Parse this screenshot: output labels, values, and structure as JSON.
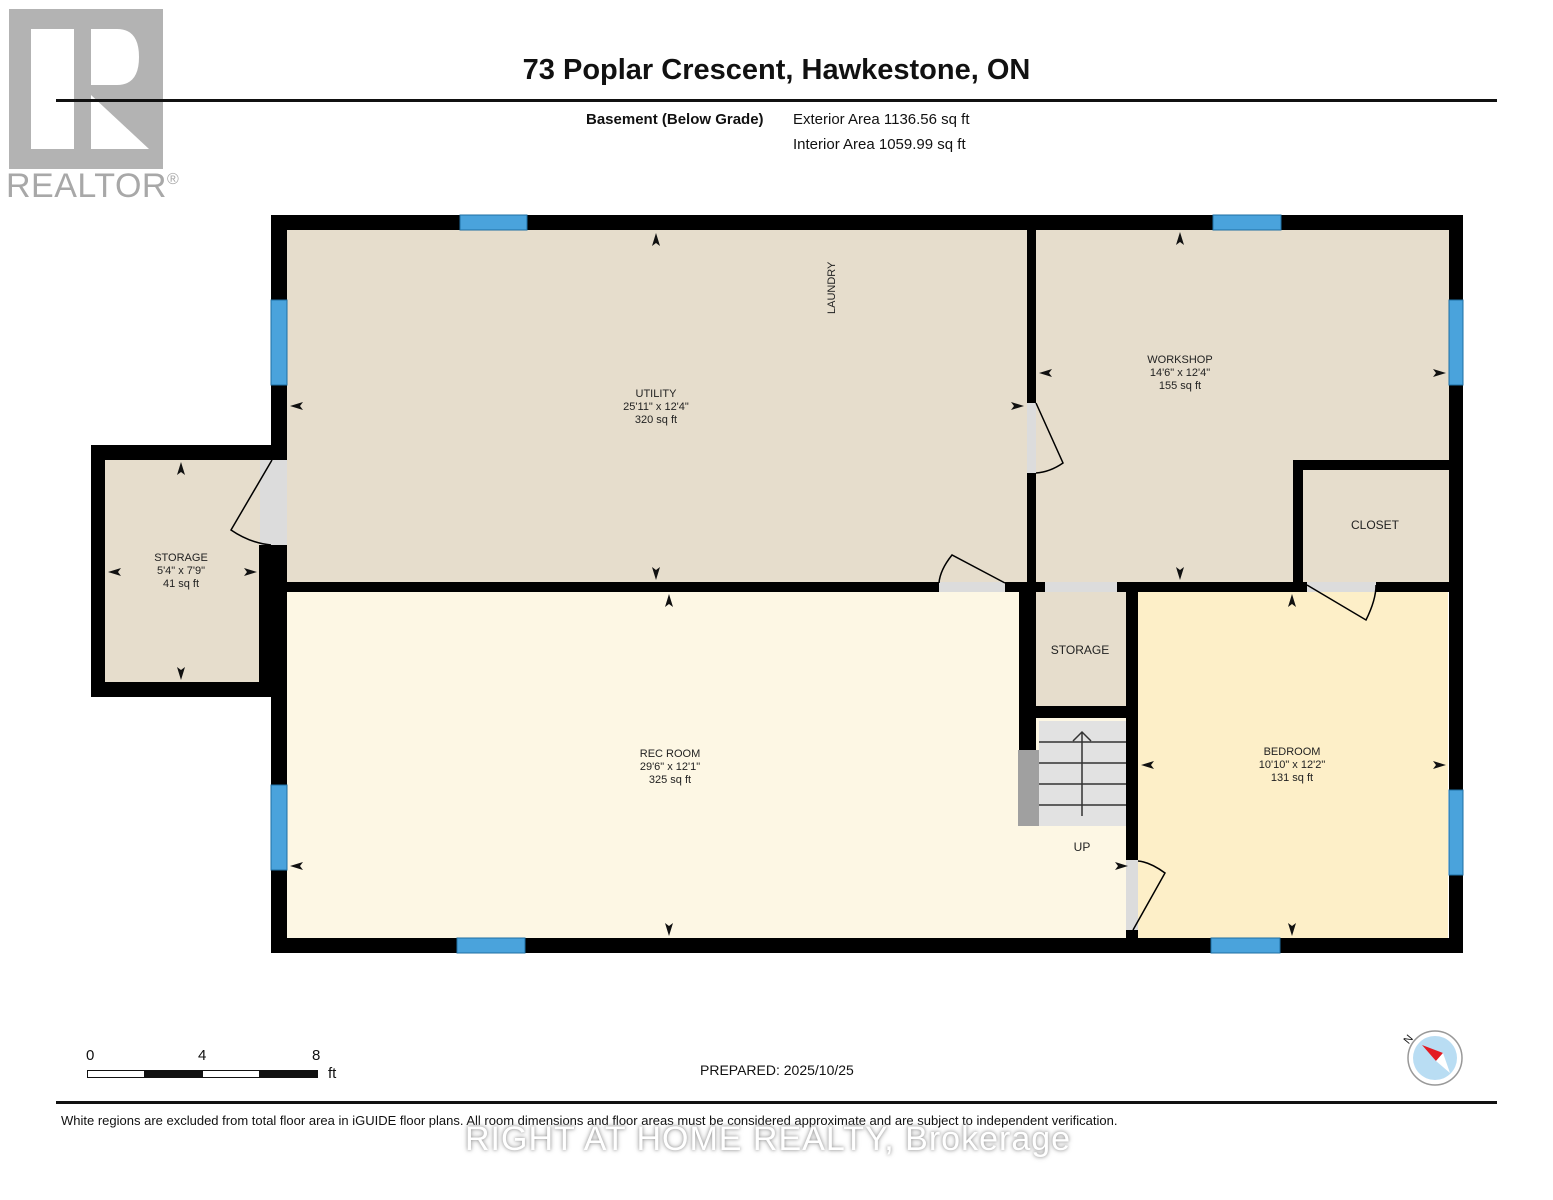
{
  "logo": {
    "text": "REALTOR",
    "mark": "®"
  },
  "header": {
    "title": "73 Poplar Crescent, Hawkestone, ON",
    "floor_label": "Basement (Below Grade)",
    "exterior_area": "Exterior Area 1136.56 sq ft",
    "interior_area": "Interior Area 1059.99 sq ft"
  },
  "rooms": {
    "utility": {
      "name": "UTILITY",
      "dims": "25'11\" x 12'4\"",
      "area": "320 sq ft"
    },
    "laundry": {
      "name": "LAUNDRY"
    },
    "workshop": {
      "name": "WORKSHOP",
      "dims": "14'6\" x 12'4\"",
      "area": "155 sq ft"
    },
    "closet": {
      "name": "CLOSET"
    },
    "storage_west": {
      "name": "STORAGE",
      "dims": "5'4\" x 7'9\"",
      "area": "41 sq ft"
    },
    "storage_small": {
      "name": "STORAGE"
    },
    "rec_room": {
      "name": "REC ROOM",
      "dims": "29'6\" x 12'1\"",
      "area": "325 sq ft"
    },
    "bedroom": {
      "name": "BEDROOM",
      "dims": "10'10\" x 12'2\"",
      "area": "131 sq ft"
    },
    "stairs": {
      "label": "UP"
    }
  },
  "scale_bar": {
    "ticks": [
      "0",
      "4",
      "8"
    ],
    "unit": "ft"
  },
  "compass": {
    "label": "N"
  },
  "footer": {
    "prepared": "PREPARED: 2025/10/25",
    "disclaimer": "White regions are excluded from total floor area in iGUIDE floor plans. All room dimensions and floor areas must be considered approximate and are subject to independent verification.",
    "watermark": "RIGHT AT HOME REALTY, Brokerage"
  },
  "colors": {
    "wall": "#000000",
    "utility_fill": "#e6ddcc",
    "rec_fill": "#fdf7e4",
    "bedroom_fill": "#fdefc8",
    "window": "#4aa3dc",
    "door_opening": "#dcdcdc",
    "stairs": "#e2e2e2",
    "logo_gray": "#b3b3b3"
  }
}
